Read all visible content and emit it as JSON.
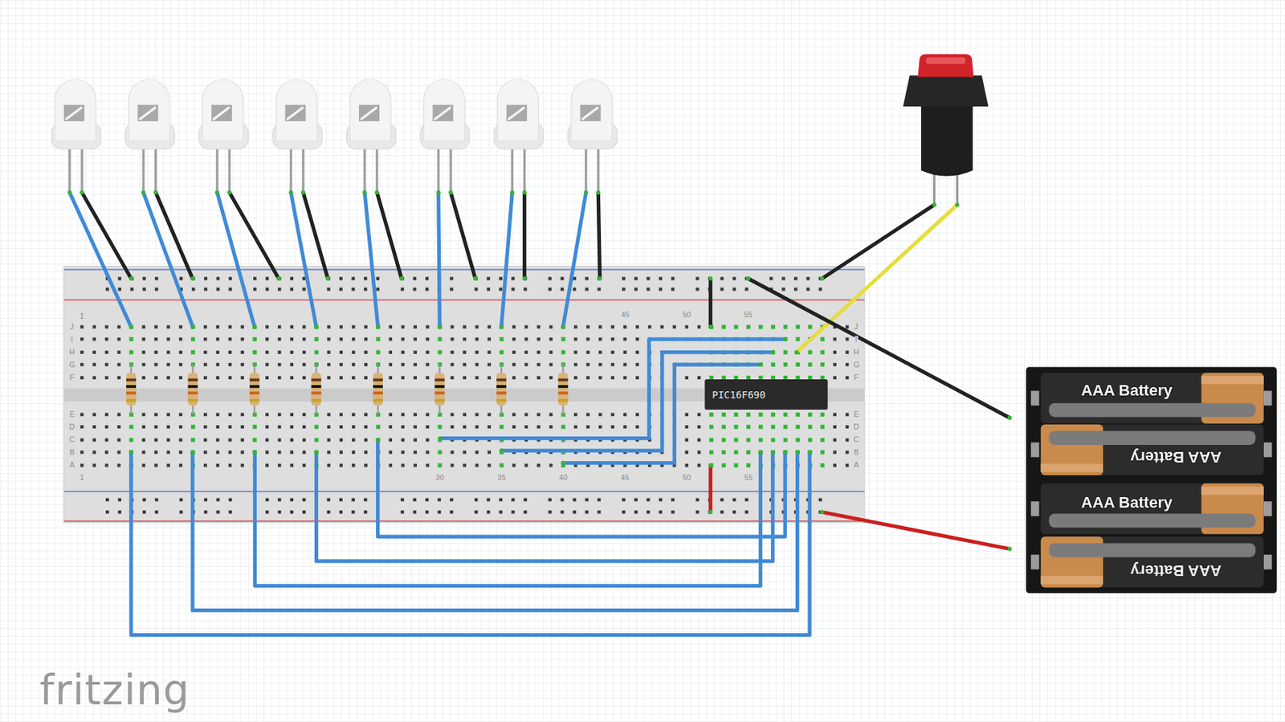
{
  "diagram": {
    "nodes": [
      {
        "text": [
          "PIC16F690"
        ]
      },
      {
        "text": [
          "AAA Battery"
        ]
      },
      {
        "text": [
          "AAA Battery"
        ]
      },
      {
        "text": [
          "AAA Battery"
        ]
      },
      {
        "text": [
          "AAA Battery"
        ]
      }
    ],
    "labels": [
      "1",
      "45",
      "50",
      "55",
      "J",
      "I",
      "H",
      "G",
      "F",
      "J",
      "I",
      "H",
      "G",
      "F",
      "E",
      "D",
      "C",
      "B",
      "A",
      "E",
      "D",
      "C",
      "B",
      "A",
      "1",
      "30",
      "35",
      "40",
      "45",
      "50",
      "55",
      "fritzing"
    ]
  }
}
